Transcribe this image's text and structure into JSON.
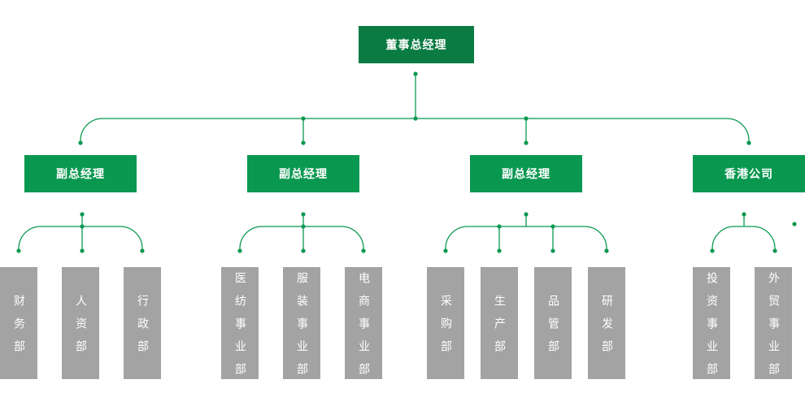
{
  "colors": {
    "line": "#0a9850",
    "top_box": "#0a7b42",
    "mid_box": "#0a9850",
    "dept_box": "#a3a3a3"
  },
  "root": {
    "label": "董事总经理"
  },
  "branches": [
    {
      "label": "副总经理",
      "departments": [
        "财务部",
        "人资部",
        "行政部"
      ]
    },
    {
      "label": "副总经理",
      "departments": [
        "医纺事业部",
        "服装事业部",
        "电商事业部"
      ]
    },
    {
      "label": "副总经理",
      "departments": [
        "采购部",
        "生产部",
        "品管部",
        "研发部"
      ]
    },
    {
      "label": "香港公司",
      "departments": [
        "投资事业部",
        "外贸事业部"
      ]
    }
  ]
}
